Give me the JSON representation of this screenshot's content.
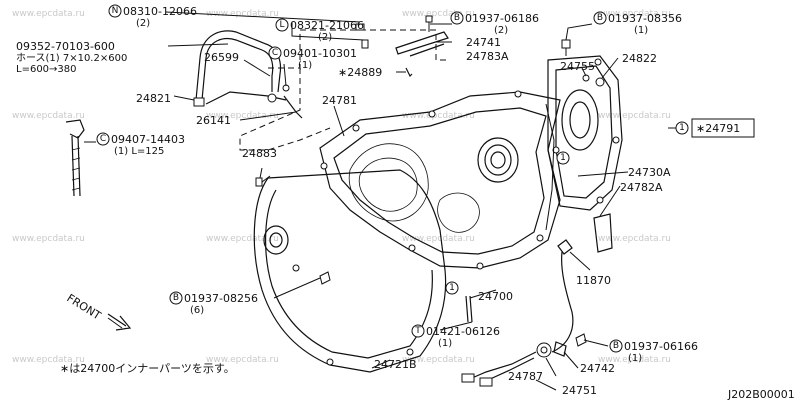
{
  "watermark": "www.epcdata.ru",
  "labels": {
    "n_bolt": "08310-12066",
    "n_bolt_qty": "(2)",
    "l_bolt": "08321-21066",
    "l_bolt_qty": "(2)",
    "b_bolt1": "01937-06186",
    "b_bolt1_qty": "(2)",
    "b_bolt2": "01937-08356",
    "b_bolt2_qty": "(1)",
    "hose_part": "09352-70103-600",
    "hose_desc": "ホース(1) 7×10.2×600",
    "hose_len": "L=600→380",
    "p26599": "26599",
    "c_clip1": "09401-10301",
    "c_clip1_qty": "(1)",
    "p24741": "24741",
    "p24783a": "24783A",
    "p24889": "∗24889",
    "p24755": "24755",
    "p24822": "24822",
    "p24821": "24821",
    "p24781": "24781",
    "p26141": "26141",
    "c_clip2": "09407-14403",
    "c_clip2_qty": "(1) L=125",
    "p24883": "24883",
    "p24791": "∗24791",
    "p24730a": "24730A",
    "p24782a": "24782A",
    "p11870": "11870",
    "b_bolt3": "01937-08256",
    "b_bolt3_qty": "(6)",
    "p24700": "24700",
    "t_part": "01421-06126",
    "t_part_qty": "(1)",
    "b_bolt4": "01937-06166",
    "b_bolt4_qty": "(1)",
    "p24742": "24742",
    "p24787": "24787",
    "p24751": "24751",
    "p24721b": "24721B",
    "front": "FRONT",
    "note": "∗は24700インナーパーツを示す。",
    "code": "J202B00001",
    "marks": {
      "N": "N",
      "L": "L",
      "B": "B",
      "C": "C",
      "T": "T",
      "one": "1"
    }
  }
}
